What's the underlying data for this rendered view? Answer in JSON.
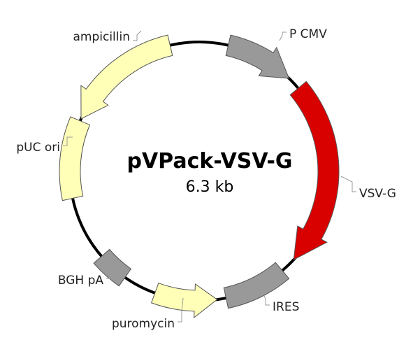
{
  "plasmid": {
    "name": "pVPack-VSV-G",
    "size": "6.3 kb"
  },
  "features": [
    {
      "id": "p-cmv",
      "label": "P CMV",
      "kind": "promoter",
      "color": "#999999"
    },
    {
      "id": "vsv-g",
      "label": "VSV-G",
      "kind": "gene",
      "color": "#d90000"
    },
    {
      "id": "ires",
      "label": "IRES",
      "kind": "element",
      "color": "#999999"
    },
    {
      "id": "puromycin",
      "label": "puromycin",
      "kind": "resistance-gene",
      "color": "#ffffb8"
    },
    {
      "id": "bgh-pa",
      "label": "BGH pA",
      "kind": "terminator",
      "color": "#999999"
    },
    {
      "id": "puc-ori",
      "label": "pUC ori",
      "kind": "origin",
      "color": "#ffffb8"
    },
    {
      "id": "ampicillin",
      "label": "ampicillin",
      "kind": "resistance-gene",
      "color": "#ffffb8"
    }
  ],
  "colors": {
    "backbone": "#000000",
    "outline": "#555555",
    "leader": "#999999"
  }
}
